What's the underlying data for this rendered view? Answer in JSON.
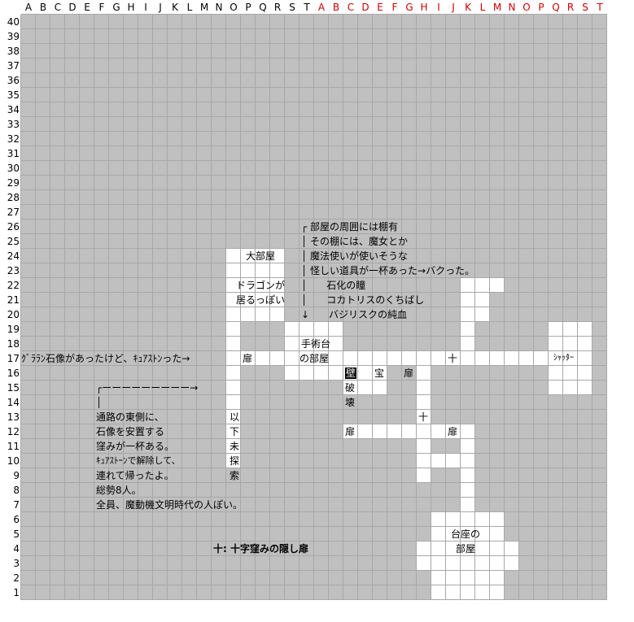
{
  "columns": {
    "first": [
      "A",
      "B",
      "C",
      "D",
      "E",
      "F",
      "G",
      "H",
      "I",
      "J",
      "K",
      "L",
      "M",
      "N",
      "O",
      "P",
      "Q",
      "R",
      "S",
      "T"
    ],
    "second": [
      "A",
      "B",
      "C",
      "D",
      "E",
      "F",
      "G",
      "H",
      "I",
      "J",
      "K",
      "L",
      "M",
      "N",
      "O",
      "P",
      "Q",
      "R",
      "S",
      "T"
    ],
    "second_color": "#cc0000"
  },
  "rows": [
    "40",
    "39",
    "38",
    "37",
    "36",
    "35",
    "34",
    "33",
    "32",
    "31",
    "30",
    "29",
    "28",
    "27",
    "26",
    "25",
    "24",
    "23",
    "22",
    "21",
    "20",
    "19",
    "18",
    "17",
    "16",
    "15",
    "14",
    "13",
    "12",
    "11",
    "10",
    "9",
    "8",
    "7",
    "6",
    "5",
    "4",
    "3",
    "2",
    "1"
  ],
  "colors": {
    "grid_bg": "#c0c0c0",
    "floor": "#ffffff",
    "wall_marker": "#000000"
  },
  "notes": {
    "big_room": "大部屋",
    "dragon_1": "ドラゴンが",
    "dragon_2": "居るっぽい",
    "shelf_1": "┌ 部屋の周囲には棚有",
    "shelf_2": "│ その棚には、魔女とか",
    "shelf_3": "│ 魔法使いが使いそうな",
    "shelf_4": "│ 怪しい道具が一杯あった→バクった。",
    "shelf_5": "│　　石化の瞳",
    "shelf_6": "│　　コカトリスのくちばし",
    "shelf_7": "↓　　バジリスクの純血",
    "op_room_1": "手術台",
    "op_room_2": "の部屋",
    "gorgon_line": "ｸﾞﾗﾗﾝ石像があったけど、ｷｭｱｽﾄﾝった→",
    "door_17": "扉",
    "wall": "壁",
    "treasure": "宝",
    "door_16": "扉",
    "cross_17": "十",
    "shutter": "ｼｬｯﾀｰ",
    "arrow_line": "┌ーーーーーーーーー→",
    "bar_line": "│",
    "east_1": "通路の東側に、",
    "east_2": "石像を安置する",
    "east_3": "窪みが一杯ある。",
    "east_4": "ｷｭｱｽﾄｰﾝで解除して、",
    "east_5": "連れて帰ったよ。",
    "east_6": "総勢8人。",
    "east_7": "全員、魔動機文明時代の人ぽい。",
    "vert_1": "以",
    "vert_2": "下",
    "vert_3": "未",
    "vert_4": "探",
    "vert_5": "索",
    "destroy_1": "破",
    "destroy_2": "壊",
    "cross_13": "十",
    "door_12a": "扉",
    "door_12b": "扉",
    "pedestal_1": "台座の",
    "pedestal_2": "部屋",
    "legend": "十: 十字窪みの隠し扉"
  }
}
